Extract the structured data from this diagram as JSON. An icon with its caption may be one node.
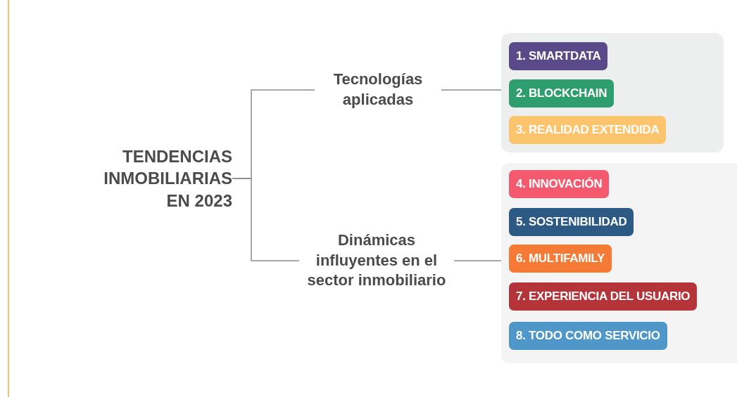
{
  "diagram": {
    "nodes": [
      {
        "text": [
          "TENDENCIAS INMOBILIARIAS EN 2023"
        ]
      },
      {
        "text": [
          "Tecnologías aplicadas"
        ]
      },
      {
        "text": [
          "Dinámicas influyentes en el sector inmobiliario"
        ]
      },
      {
        "text": [],
        "shape": "box"
      },
      {
        "text": [
          "1. SMARTDATA"
        ],
        "in": 3
      },
      {
        "text": [
          "2. BLOCKCHAIN"
        ],
        "in": 3
      },
      {
        "text": [
          "3. REALIDAD EXTENDIDA"
        ],
        "in": 3
      },
      {
        "text": [],
        "shape": "box"
      },
      {
        "text": [
          "4. INNOVACIÓN"
        ],
        "in": 7
      },
      {
        "text": [
          "5. SOSTENIBILIDAD"
        ],
        "in": 7
      },
      {
        "text": [
          "6. MULTIFAMILY"
        ],
        "in": 7
      },
      {
        "text": [
          "7. EXPERIENCIA DEL USUARIO"
        ],
        "in": 7
      },
      {
        "text": [
          "8. TODO COMO SERVICIO"
        ],
        "in": 7
      }
    ],
    "edges": [
      {
        "from": 0,
        "to": 1,
        "arrow": "none"
      },
      {
        "from": 0,
        "to": 2,
        "arrow": "none"
      },
      {
        "from": 1,
        "to": 3,
        "arrow": "none"
      },
      {
        "from": 2,
        "to": 7,
        "arrow": "none"
      }
    ]
  }
}
